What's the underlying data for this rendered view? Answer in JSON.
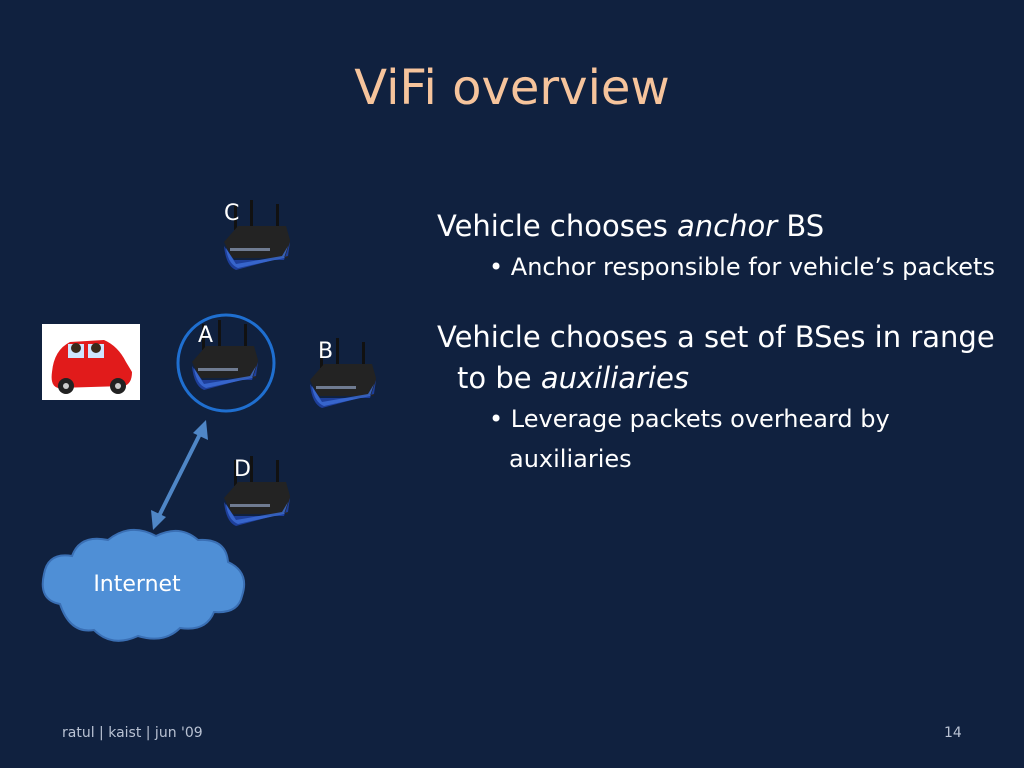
{
  "slide": {
    "title": "ViFi overview",
    "bullets": [
      {
        "pre": "Vehicle chooses ",
        "em": "anchor",
        "post": " BS"
      },
      {
        "text": "Anchor responsible for vehicle’s packets"
      },
      {
        "pre": "Vehicle chooses a set of BSes in range to be ",
        "em": "auxiliaries",
        "post": ""
      },
      {
        "text": "Leverage packets overheard by auxiliaries"
      }
    ],
    "footer": "ratul | kaist | jun '09",
    "page_number": "14"
  },
  "diagram": {
    "routers": [
      {
        "label": "C"
      },
      {
        "label": "A"
      },
      {
        "label": "B"
      },
      {
        "label": "D"
      }
    ],
    "cloud_label": "Internet",
    "colors": {
      "router_body": "#1e3f9a",
      "router_top": "#232323",
      "anchor_ring": "#1f6fd0",
      "link_arrow": "#4f86c6",
      "cloud_fill": "#4f8fd6",
      "car": "#e11b1b"
    }
  }
}
